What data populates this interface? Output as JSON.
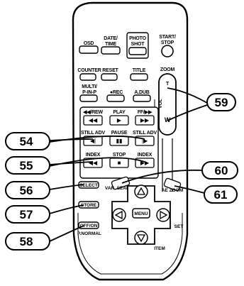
{
  "remote": {
    "top_row": [
      {
        "key": "osd",
        "label": "OSD"
      },
      {
        "key": "date_time",
        "label_l1": "DATE/",
        "label_l2": "TIME"
      },
      {
        "key": "photo_shot",
        "label_l1": "PHOTO",
        "label_l2": "SHOT"
      },
      {
        "key": "start_stop",
        "label_l1": "START/",
        "label_l2": "STOP"
      }
    ],
    "row2": [
      {
        "key": "counter_reset",
        "label": "COUNTER RESET"
      },
      {
        "key": "title",
        "label": "TITLE"
      }
    ],
    "zoom_label": "ZOOM",
    "zoom_t": "T",
    "zoom_w": "W",
    "vol_label": "VOL",
    "row3": [
      {
        "key": "multi_pinp",
        "label_l1": "MULTI/",
        "label_l2": "P-IN-P"
      },
      {
        "key": "rec",
        "label": "●REC"
      },
      {
        "key": "adub",
        "label": "A.DUB"
      }
    ],
    "transport_labels": {
      "rew": "◀◀/REW",
      "play": "PLAY",
      "ff": "FF/▶▶"
    },
    "transport_glyphs": {
      "rew": "◀◀",
      "play": "▶",
      "ff": "▶▶"
    },
    "row5_labels": {
      "still_adv_l": "STILL ADV",
      "pause": "PAUSE",
      "still_adv_r": "STILL ADV"
    },
    "row5_glyphs": {
      "left": "◀|",
      "pause": "▮▮",
      "right": "|▶"
    },
    "row6_labels": {
      "index_l": "INDEX",
      "stop": "STOP",
      "index_r": "INDEX"
    },
    "row6_glyphs": {
      "left": "◀◀",
      "stop": "■",
      "right": "▶▶"
    },
    "select_label": "SELECT",
    "store_label": "STORE",
    "off_on_label": "OFF/ON",
    "p_normal_label": "P.NORMAL",
    "var_search_label": "VAR. SEARCH",
    "ae_zoom_label": "AE ZOOM",
    "menu_label": "MENU",
    "set_label": "SET",
    "item_label": "ITEM"
  },
  "callouts": [
    {
      "id": "59",
      "label": "59"
    },
    {
      "id": "54",
      "label": "54"
    },
    {
      "id": "55",
      "label": "55"
    },
    {
      "id": "60",
      "label": "60"
    },
    {
      "id": "56",
      "label": "56"
    },
    {
      "id": "61",
      "label": "61"
    },
    {
      "id": "57",
      "label": "57"
    },
    {
      "id": "58",
      "label": "58"
    }
  ]
}
